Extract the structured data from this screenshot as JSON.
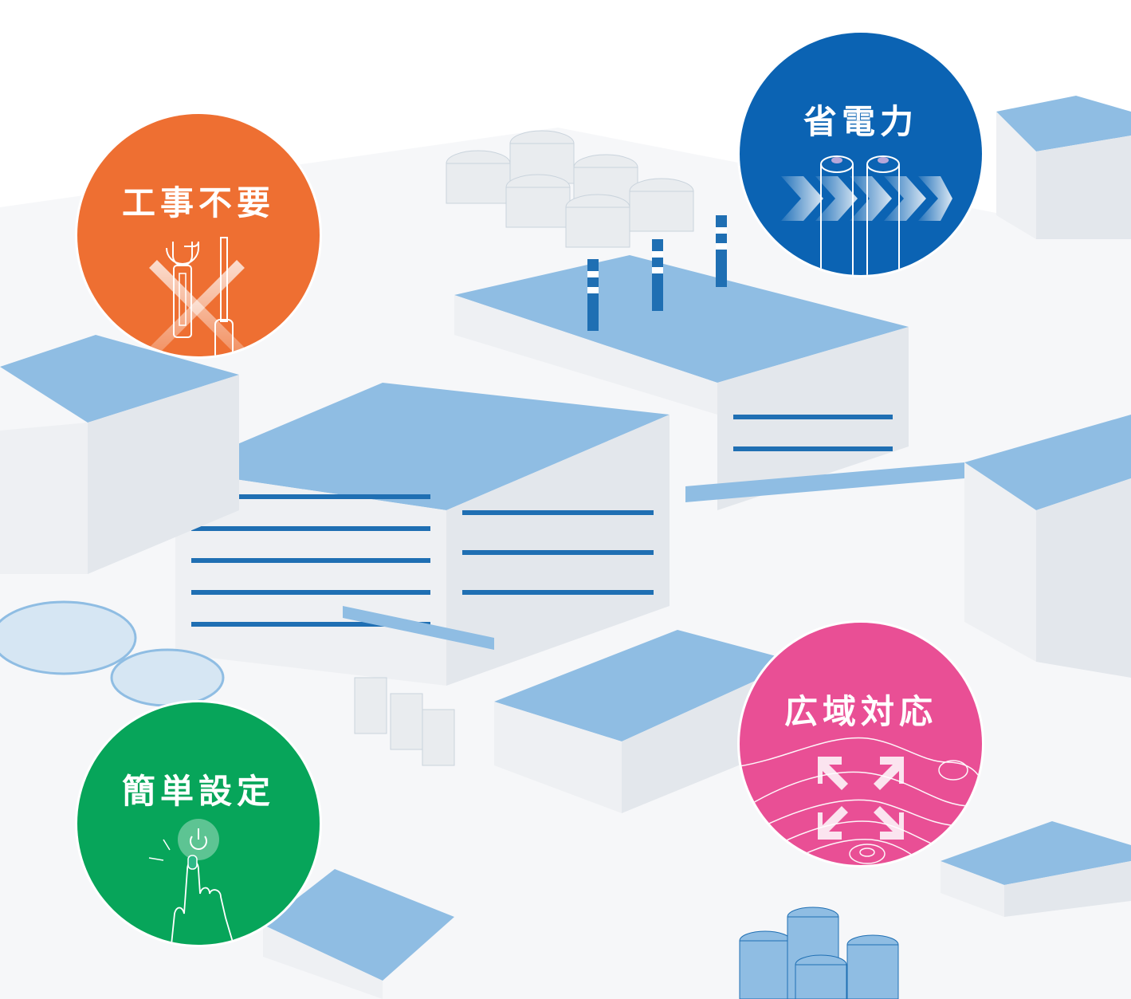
{
  "scene": {
    "description": "Isometric industrial factory complex illustration",
    "palette": {
      "roof": "#8fbde3",
      "roof_dark": "#1f6fb3",
      "wall": "#eef0f3",
      "ground": "#ffffff"
    }
  },
  "badges": [
    {
      "id": "construction",
      "title": "工事不要",
      "color": "#ee6f32",
      "icon": "wrench-screwdriver-crossed-icon"
    },
    {
      "id": "power",
      "title": "省電力",
      "color": "#0b63b3",
      "icon": "batteries-chevrons-icon"
    },
    {
      "id": "wide",
      "title": "広域対応",
      "color": "#e94f95",
      "icon": "expand-arrows-contour-map-icon"
    },
    {
      "id": "setup",
      "title": "簡単設定",
      "color": "#07a55a",
      "icon": "finger-press-power-button-icon"
    }
  ]
}
